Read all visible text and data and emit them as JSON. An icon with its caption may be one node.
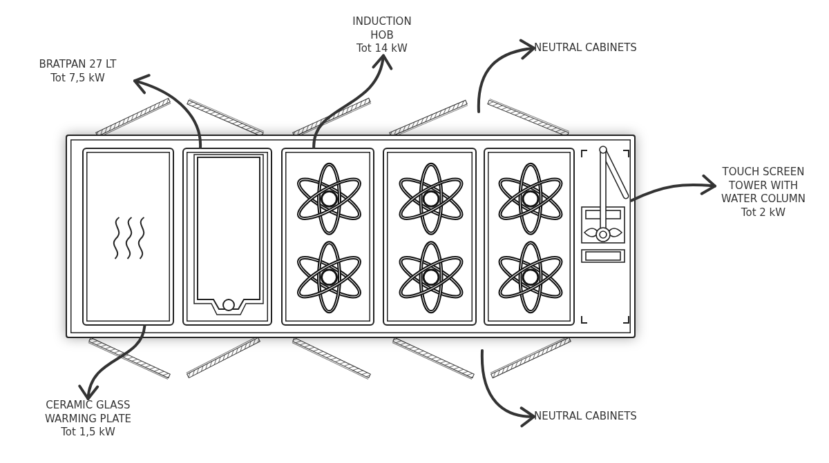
{
  "diagram": {
    "nodes": [
      {
        "text": [
          "BRATPAN 27 LT",
          "Tot 7,5 kW"
        ]
      },
      {
        "text": [
          "INDUCTION HOB",
          "Tot 14 kW"
        ]
      },
      {
        "text": [
          "NEUTRAL CABINETS"
        ]
      },
      {
        "text": [
          "TOUCH SCREEN TOWER WITH WATER COLUMN",
          "Tot 2 kW"
        ]
      },
      {
        "text": [
          "CERAMIC GLASS WARMING PLATE",
          "Tot 1,5 kW"
        ]
      },
      {
        "text": [
          "NEUTRAL CABINETS"
        ]
      },
      {
        "text": [],
        "shape": "box"
      },
      {
        "text": [],
        "shape": "box",
        "in": 6
      },
      {
        "text": [],
        "shape": "box",
        "in": 6
      },
      {
        "text": [],
        "shape": "box",
        "in": 6
      },
      {
        "text": [],
        "shape": "box",
        "in": 6
      },
      {
        "text": [],
        "shape": "box",
        "in": 6
      },
      {
        "text": [],
        "shape": "box",
        "in": 6
      }
    ],
    "edges": [
      {
        "from": 8,
        "to": 0,
        "arrow": "to"
      },
      {
        "from": 9,
        "to": 1,
        "arrow": "to"
      },
      {
        "from": null,
        "to": 2,
        "arrow": "to"
      },
      {
        "from": 12,
        "to": 3,
        "arrow": "to"
      },
      {
        "from": 7,
        "to": 4,
        "arrow": "to"
      },
      {
        "from": null,
        "to": 5,
        "arrow": "to"
      }
    ]
  }
}
